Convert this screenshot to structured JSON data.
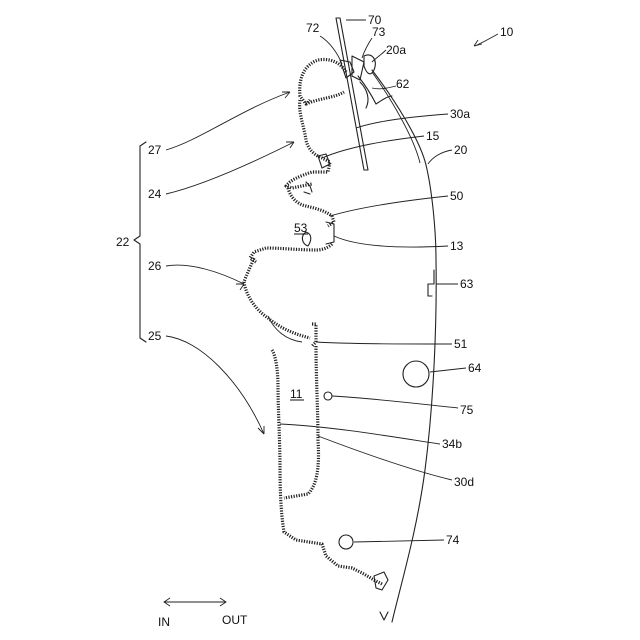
{
  "labels": {
    "l10": "10",
    "l70": "70",
    "l72": "72",
    "l73": "73",
    "l20a": "20a",
    "l62": "62",
    "l30a": "30a",
    "l27": "27",
    "l15": "15",
    "l20": "20",
    "l24": "24",
    "l50": "50",
    "l22": "22",
    "l53": "53",
    "l13": "13",
    "l26": "26",
    "l63": "63",
    "l25": "25",
    "l51": "51",
    "l64": "64",
    "l11": "11",
    "l75": "75",
    "l34b": "34b",
    "l30d": "30d",
    "l74": "74",
    "in": "IN",
    "out": "OUT"
  }
}
